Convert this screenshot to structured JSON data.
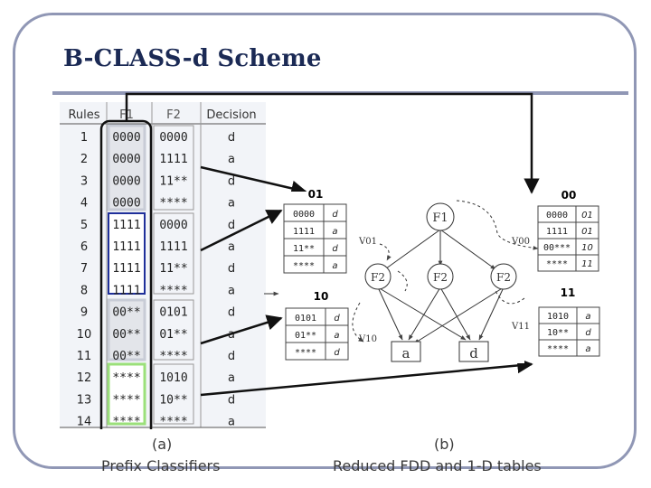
{
  "slide": {
    "title": "B-CLASS-d  Scheme"
  },
  "figure_a": {
    "headers": [
      "Rules",
      "F1",
      "F2",
      "Decision"
    ],
    "rows": [
      [
        "1",
        "0000",
        "0000",
        "d"
      ],
      [
        "2",
        "0000",
        "1111",
        "a"
      ],
      [
        "3",
        "0000",
        "11**",
        "d"
      ],
      [
        "4",
        "0000",
        "****",
        "a"
      ],
      [
        "5",
        "1111",
        "0000",
        "d"
      ],
      [
        "6",
        "1111",
        "1111",
        "a"
      ],
      [
        "7",
        "1111",
        "11**",
        "d"
      ],
      [
        "8",
        "1111",
        "****",
        "a"
      ],
      [
        "9",
        "00**",
        "0101",
        "d"
      ],
      [
        "10",
        "00**",
        "01**",
        "a"
      ],
      [
        "11",
        "00**",
        "****",
        "d"
      ],
      [
        "12",
        "****",
        "1010",
        "a"
      ],
      [
        "13",
        "****",
        "10**",
        "d"
      ],
      [
        "14",
        "****",
        "****",
        "a"
      ]
    ],
    "sub_label": "(a)",
    "caption": "Prefix  Classifiers"
  },
  "figure_b": {
    "table_01": {
      "label": "01",
      "rows": [
        [
          "0000",
          "d"
        ],
        [
          "1111",
          "a"
        ],
        [
          "11**",
          "d"
        ],
        [
          "****",
          "a"
        ]
      ]
    },
    "table_10": {
      "label": "10",
      "rows": [
        [
          "0101",
          "d"
        ],
        [
          "01**",
          "a"
        ],
        [
          "****",
          "d"
        ]
      ]
    },
    "table_00": {
      "label": "00",
      "rows": [
        [
          "0000",
          "01"
        ],
        [
          "1111",
          "01"
        ],
        [
          "00***",
          "10"
        ],
        [
          "****",
          "11"
        ]
      ]
    },
    "table_11": {
      "label": "11",
      "rows": [
        [
          "1010",
          "a"
        ],
        [
          "10**",
          "d"
        ],
        [
          "****",
          "a"
        ]
      ]
    },
    "nodes": {
      "root": "F1",
      "left": "F2",
      "mid": "F2",
      "right": "F2",
      "leaf_a": "a",
      "leaf_d": "d"
    },
    "edge_labels": {
      "v01": "V01",
      "v00": "V00",
      "v10": "V10",
      "v11": "V11"
    },
    "sub_label": "(b)",
    "caption": "Reduced FDD and 1-D tables"
  },
  "colors": {
    "title": "#1b2a55",
    "frame": "#9097b5",
    "highlight_grey": "#c8ccd6",
    "highlight_blue": "#1f2f9a",
    "highlight_green": "#9be07a"
  }
}
